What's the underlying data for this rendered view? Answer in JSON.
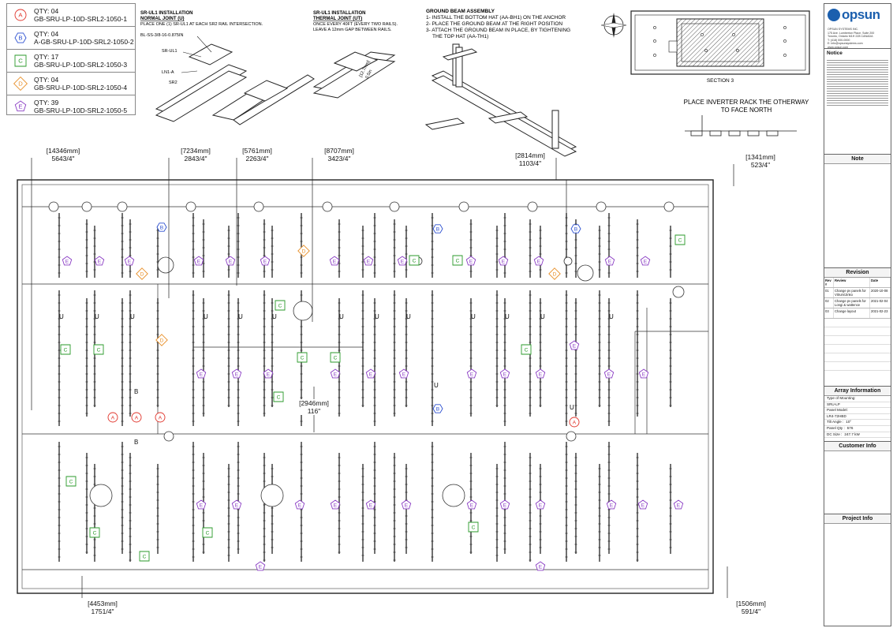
{
  "legend": [
    {
      "sym": "A",
      "shape": "circle",
      "color": "#e0342b",
      "qty": "QTY: 04",
      "part": "GB-SRU-LP-10D-SRL2-1050-1"
    },
    {
      "sym": "B",
      "shape": "hexagon",
      "color": "#2b4fd0",
      "qty": "QTY: 04",
      "part": "A-GB-SRU-LP-10D-SRL2-1050-2"
    },
    {
      "sym": "C",
      "shape": "square",
      "color": "#2a9a2a",
      "qty": "QTY: 17",
      "part": "GB-SRU-LP-10D-SRL2-1050-3"
    },
    {
      "sym": "D",
      "shape": "diamond",
      "color": "#e8902a",
      "qty": "QTY: 04",
      "part": "GB-SRU-LP-10D-SRL2-1050-4"
    },
    {
      "sym": "E",
      "shape": "pentagon",
      "color": "#8a3cc4",
      "qty": "QTY: 39",
      "part": "GB-SRU-LP-10D-SRL2-1050-5"
    }
  ],
  "details": {
    "normal_joint": {
      "title": "SR-UL1 INSTALLATION",
      "subtitle": "NORMAL JOINT (U)",
      "text": "PLACE ONE (1) SR-UL1 AT EACH SR2 RAIL INTERSECTION.",
      "labels": [
        "BL-SS-3/8-16-0.875IN",
        "SR-UL1",
        "LN1-A",
        "SR2"
      ]
    },
    "thermal_joint": {
      "title": "SR-UL1 INSTALLATION",
      "subtitle": "THERMAL JOINT (UT)",
      "text1": "ONCE EVERY 40FT (EVERY TWO RAILS).",
      "text2": "LEAVE A 12mm GAP BETWEEN RAILS.",
      "gap": "[12.7mm]",
      "gap2": "0.5in"
    },
    "ground_beam": {
      "title": "GROUND BEAM ASSEMBLY",
      "steps": [
        "1- INSTALL THE BOTTOM HAT (AA-BH1) ON THE ANCHOR",
        "2- PLACE THE GROUND BEAM AT THE RIGHT POSITION",
        "3- ATTACH THE GROUND BEAM IN PLACE, BY TIGHTENING",
        "THE TOP HAT (AA-TH1)"
      ]
    },
    "section": {
      "label": "SECTION 3"
    },
    "inverter_note": {
      "line1": "PLACE INVERTER RACK THE OTHERWAY",
      "line2": "TO FACE NORTH"
    }
  },
  "dimensions": [
    {
      "mm": "[14346mm]",
      "in": "564",
      "frac": "3/4"
    },
    {
      "mm": "[7234mm]",
      "in": "284",
      "frac": "3/4"
    },
    {
      "mm": "[5761mm]",
      "in": "226",
      "frac": "3/4"
    },
    {
      "mm": "[8707mm]",
      "in": "342",
      "frac": "3/4"
    },
    {
      "mm": "[2814mm]",
      "in": "110",
      "frac": "3/4"
    },
    {
      "mm": "[1341mm]",
      "in": "52",
      "frac": "3/4"
    },
    {
      "mm": "[2946mm]",
      "in": "116\"",
      "frac": ""
    },
    {
      "mm": "[4453mm]",
      "in": "175",
      "frac": "1/4"
    },
    {
      "mm": "[1506mm]",
      "in": "59",
      "frac": "1/4"
    }
  ],
  "section_marks": {
    "b": "B"
  },
  "title_block": {
    "logo": "opsun",
    "company_lines": [
      "OPSUN SYSTEMS INC.",
      "175 Ave. Lumberton Place, Suite 200",
      "Toronto, Ontario M1H 2Z8 CANADA",
      "T: (418) 000-0000",
      "E: info@opsunsystems.com",
      "www.opsun.com"
    ],
    "notice_title": "Notice",
    "note_title": "Note",
    "revision_title": "Revision",
    "revision_headers": [
      "Rev #",
      "Review",
      "Date"
    ],
    "revisions": [
      {
        "rev": "01",
        "review": "Change pv panels for Vitrum/Jinko",
        "date": "2020-10-08"
      },
      {
        "rev": "02",
        "review": "Change pv panels for Longi & wattence",
        "date": "2021-02-04"
      },
      {
        "rev": "03",
        "review": "Change layout",
        "date": "2021-02-23"
      }
    ],
    "array_title": "Array Information",
    "array": [
      {
        "label": "Type of Mounting:",
        "value": ""
      },
      {
        "label": "SRU-LP",
        "value": ""
      },
      {
        "label": "Panel Model:",
        "value": ""
      },
      {
        "label": "LR4-72HBD",
        "value": ""
      },
      {
        "label": "Tilt Angle :",
        "value": "10°"
      },
      {
        "label": "Panel Qty :",
        "value": "576"
      },
      {
        "label": "DC Size :",
        "value": "247.7 kW"
      }
    ],
    "customer_title": "Customer Info",
    "project_title": "Project Info"
  },
  "joint_marks": {
    "u": "U"
  },
  "plan_markers": [
    [
      "B",
      205,
      288
    ],
    [
      "B",
      555,
      290
    ],
    [
      "B",
      730,
      290
    ],
    [
      "B",
      555,
      518
    ],
    [
      "D",
      385,
      318
    ],
    [
      "D",
      180,
      347
    ],
    [
      "D",
      703,
      347
    ],
    [
      "D",
      205,
      431
    ],
    [
      "C",
      862,
      304
    ],
    [
      "C",
      525,
      330
    ],
    [
      "C",
      580,
      330
    ],
    [
      "C",
      355,
      387
    ],
    [
      "C",
      83,
      443
    ],
    [
      "C",
      125,
      443
    ],
    [
      "C",
      425,
      453
    ],
    [
      "C",
      383,
      453
    ],
    [
      "C",
      667,
      443
    ],
    [
      "C",
      353,
      503
    ],
    [
      "C",
      90,
      610
    ],
    [
      "C",
      120,
      675
    ],
    [
      "C",
      263,
      675
    ],
    [
      "C",
      600,
      668
    ],
    [
      "C",
      183,
      705
    ],
    [
      "A",
      143,
      529
    ],
    [
      "A",
      173,
      529
    ],
    [
      "A",
      203,
      529
    ],
    [
      "A",
      728,
      535
    ],
    [
      "E",
      85,
      331
    ],
    [
      "E",
      126,
      331
    ],
    [
      "E",
      164,
      331
    ],
    [
      "E",
      252,
      331
    ],
    [
      "E",
      292,
      331
    ],
    [
      "E",
      336,
      331
    ],
    [
      "E",
      424,
      331
    ],
    [
      "E",
      467,
      331
    ],
    [
      "E",
      510,
      331
    ],
    [
      "E",
      597,
      331
    ],
    [
      "E",
      638,
      331
    ],
    [
      "E",
      683,
      331
    ],
    [
      "E",
      773,
      331
    ],
    [
      "E",
      818,
      331
    ],
    [
      "E",
      728,
      438
    ],
    [
      "E",
      255,
      474
    ],
    [
      "E",
      300,
      474
    ],
    [
      "E",
      340,
      474
    ],
    [
      "E",
      425,
      474
    ],
    [
      "E",
      470,
      474
    ],
    [
      "E",
      512,
      474
    ],
    [
      "E",
      598,
      474
    ],
    [
      "E",
      640,
      474
    ],
    [
      "E",
      685,
      474
    ],
    [
      "E",
      772,
      474
    ],
    [
      "E",
      816,
      474
    ],
    [
      "E",
      255,
      640
    ],
    [
      "E",
      300,
      640
    ],
    [
      "E",
      380,
      640
    ],
    [
      "E",
      425,
      640
    ],
    [
      "E",
      470,
      640
    ],
    [
      "E",
      515,
      640
    ],
    [
      "E",
      598,
      640
    ],
    [
      "E",
      640,
      640
    ],
    [
      "E",
      685,
      640
    ],
    [
      "E",
      775,
      640
    ],
    [
      "E",
      815,
      640
    ],
    [
      "E",
      860,
      640
    ],
    [
      "E",
      330,
      718
    ],
    [
      "E",
      685,
      718
    ]
  ],
  "u_marks": [
    [
      75,
      404
    ],
    [
      120,
      404
    ],
    [
      165,
      404
    ],
    [
      258,
      404
    ],
    [
      302,
      404
    ],
    [
      345,
      404
    ],
    [
      430,
      404
    ],
    [
      475,
      404
    ],
    [
      515,
      404
    ],
    [
      597,
      404
    ],
    [
      640,
      404
    ],
    [
      685,
      404
    ],
    [
      772,
      404
    ],
    [
      550,
      491
    ],
    [
      722,
      519
    ]
  ]
}
